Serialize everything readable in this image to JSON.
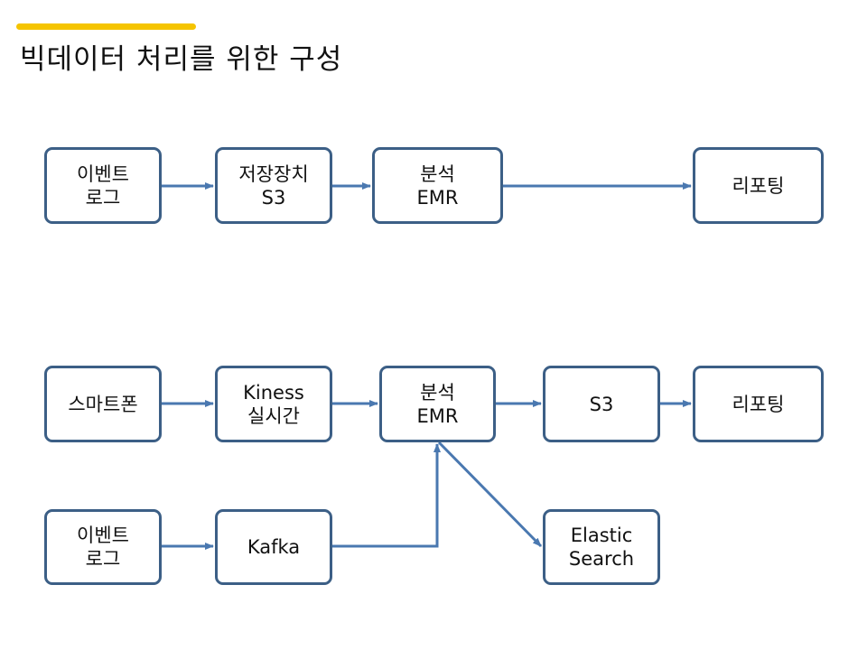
{
  "slide": {
    "title": "빅데이터 처리를 위한 구성",
    "accent_color": "#f5c400",
    "box_border_color": "#3c5f86",
    "arrow_color": "#4a78b0"
  },
  "diagram1": {
    "nodes": [
      {
        "id": "event-log",
        "lines": [
          "이벤트",
          "로그"
        ]
      },
      {
        "id": "storage-s3",
        "lines": [
          "저장장치",
          "S3"
        ]
      },
      {
        "id": "analysis-emr",
        "lines": [
          "분석",
          "EMR"
        ]
      },
      {
        "id": "reporting",
        "lines": [
          "리포팅"
        ]
      }
    ],
    "edges": [
      {
        "from": "event-log",
        "to": "storage-s3"
      },
      {
        "from": "storage-s3",
        "to": "analysis-emr"
      },
      {
        "from": "analysis-emr",
        "to": "reporting"
      }
    ]
  },
  "diagram2": {
    "nodes": [
      {
        "id": "smartphone",
        "lines": [
          "스마트폰"
        ]
      },
      {
        "id": "kinesis-realtime",
        "lines": [
          "Kiness",
          "실시간"
        ]
      },
      {
        "id": "analysis-emr",
        "lines": [
          "분석",
          "EMR"
        ]
      },
      {
        "id": "s3",
        "lines": [
          "S3"
        ]
      },
      {
        "id": "reporting",
        "lines": [
          "리포팅"
        ]
      },
      {
        "id": "event-log",
        "lines": [
          "이벤트",
          "로그"
        ]
      },
      {
        "id": "kafka",
        "lines": [
          "Kafka"
        ]
      },
      {
        "id": "elastic-search",
        "lines": [
          "Elastic",
          "Search"
        ]
      }
    ],
    "edges": [
      {
        "from": "smartphone",
        "to": "kinesis-realtime"
      },
      {
        "from": "kinesis-realtime",
        "to": "analysis-emr"
      },
      {
        "from": "analysis-emr",
        "to": "s3"
      },
      {
        "from": "s3",
        "to": "reporting"
      },
      {
        "from": "event-log",
        "to": "kafka"
      },
      {
        "from": "kafka",
        "to": "analysis-emr"
      },
      {
        "from": "analysis-emr",
        "to": "elastic-search"
      }
    ]
  }
}
